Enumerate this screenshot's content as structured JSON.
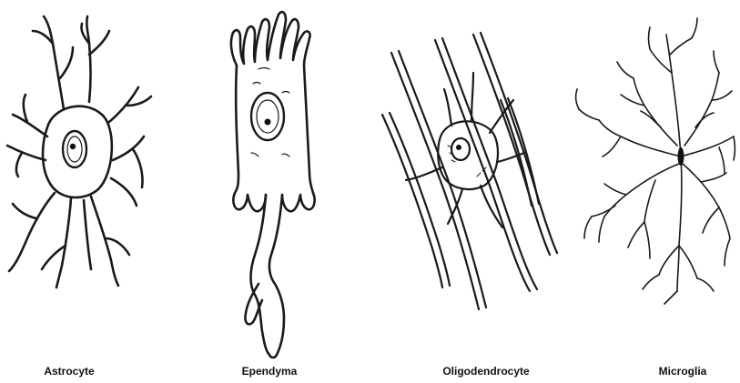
{
  "figure": {
    "labels": {
      "astrocyte": "Astrocyte",
      "ependyma": "Ependyma",
      "oligodendrocyte": "Oligodendrocyte",
      "microglia": "Microglia"
    }
  }
}
